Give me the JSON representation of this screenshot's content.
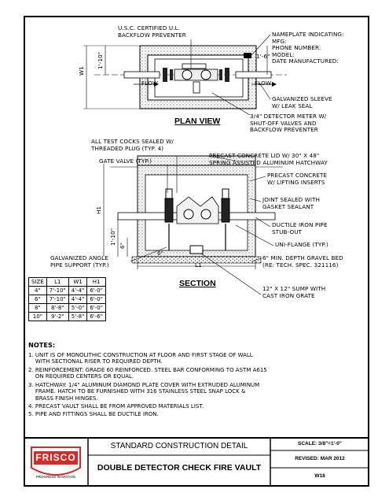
{
  "plan_view": {
    "title": "PLAN VIEW",
    "labels": {
      "backflow": "U.S.C. CERTIFIED U.L.\nBACKFLOW PREVENTER",
      "nameplate": "NAMEPLATE INDICATING:\nMFG:\nPHONE NUMBER:\nMODEL:\nDATE MANUFACTURED:",
      "flow_left": "FLOW",
      "flow_right": "FLOW",
      "sleeve": "GALVANIZED SLEEVE\nW/ LEAK SEAL",
      "meter": "3/4\" DETECTOR METER W/\nSHUT-OFF VALVES AND\nBACKFLOW PREVENTER",
      "dim_w1": "W1",
      "dim_1_10": "1'-10\"",
      "dim_1_6": "1'-6\""
    }
  },
  "section": {
    "title": "SECTION",
    "labels": {
      "test_cocks": "ALL TEST COCKS SEALED W/\nTHREADED PLUG (TYP. 4)",
      "gate_valve": "GATE VALVE (TYP.)",
      "lid": "PRECAST CONCRETE LID W/ 30\" X 48\"\nSPRING ASSISTED ALUMINUM HATCHWAY",
      "precast": "PRECAST CONCRETE\nW/ LIFTING INSERTS",
      "joint": "JOINT SEALED WITH\nGASKET SEALANT",
      "ductile": "DUCTILE IRON PIPE\nSTUB-OUT",
      "uniflange": "UNI-FLANGE (TYP.)",
      "gravel": "6\" MIN. DEPTH GRAVEL BED\n(RE: TECH. SPEC. 321116)",
      "angle": "GALVANIZED ANGLE\nPIPE SUPPORT (TYP.)",
      "sump": "12\" X 12\" SUMP WITH\nCAST IRON GRATE",
      "dim_h1": "H1",
      "dim_1_10": "1'-10\"",
      "dim_6a": "6\"",
      "dim_6b": "6\"",
      "dim_l1": "L1"
    }
  },
  "size_table": {
    "headers": [
      "SIZE",
      "L1",
      "W1",
      "H1"
    ],
    "rows": [
      [
        "4\"",
        "7'-10\"",
        "4'-4\"",
        "6'-0\""
      ],
      [
        "6\"",
        "7'-10\"",
        "4'-4\"",
        "6'-0\""
      ],
      [
        "8\"",
        "8'-8\"",
        "5'-0\"",
        "6'-0\""
      ],
      [
        "10\"",
        "9'-2\"",
        "5'-8\"",
        "6'-6\""
      ]
    ]
  },
  "notes": {
    "title": "NOTES:",
    "items": [
      "1. UNIT IS OF MONOLITHIC CONSTRUCTION AT FLOOR AND FIRST STAGE OF WALL\n    WITH SECTIONAL RISER TO REQUIRED DEPTH.",
      "2. REINFORCEMENT: GRADE 60 REINFORCED. STEEL BAR CONFORMING TO ASTM A615\n    ON REQUIRED CENTERS OR EQUAL.",
      "3. HATCHWAY: 1/4\" ALUMINUM DIAMOND PLATE COVER WITH EXTRUDED ALUMINUM\n    FRAME. HATCH TO BE FURNISHED WITH 316 STAINLESS STEEL SNAP LOCK &\n    BRASS FINISH HINGES.",
      "4. PRECAST VAULT SHALL BE FROM APPROVED MATERIALS LIST.",
      "5. PIPE AND FITTINGS SHALL BE DUCTILE IRON."
    ]
  },
  "title_block": {
    "logo_text": "FRISCO",
    "logo_tagline": "PROGRESS IN MOTION",
    "title1": "STANDARD CONSTRUCTION DETAIL",
    "title2": "DOUBLE DETECTOR CHECK FIRE VAULT",
    "scale": "SCALE: 3/8\"=1'-0\"",
    "revised": "REVISED: MAR 2012",
    "sheet": "W18"
  },
  "colors": {
    "logo_red": "#d42a2a",
    "ink": "#000000"
  }
}
